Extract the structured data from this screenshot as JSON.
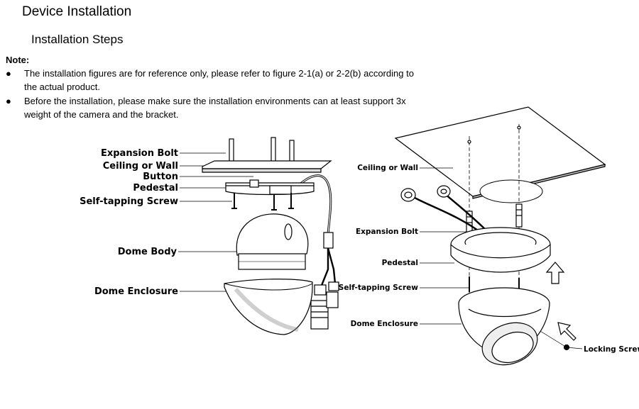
{
  "header": {
    "title": "Device Installation",
    "subtitle": "Installation Steps"
  },
  "note": {
    "label": "Note:",
    "items": [
      {
        "line1": "The installation figures are for reference only, please refer to figure 2-1(a) or 2-2(b) according to",
        "line2": "the actual product."
      },
      {
        "line1": "Before the installation, please make sure the installation environments can at least support 3x",
        "line2": "weight of the camera and the bracket."
      }
    ]
  },
  "figure_left": {
    "labels": [
      "Expansion Bolt",
      "Ceiling or Wall",
      "Button",
      "Pedestal",
      "Self-tapping Screw",
      "Dome Body",
      "Dome Enclosure"
    ]
  },
  "figure_right": {
    "labels": [
      "Ceiling or Wall",
      "Expansion Bolt",
      "Pedestal",
      "Self-tapping Screw",
      "Dome Enclosure",
      "Locking Screw"
    ]
  }
}
